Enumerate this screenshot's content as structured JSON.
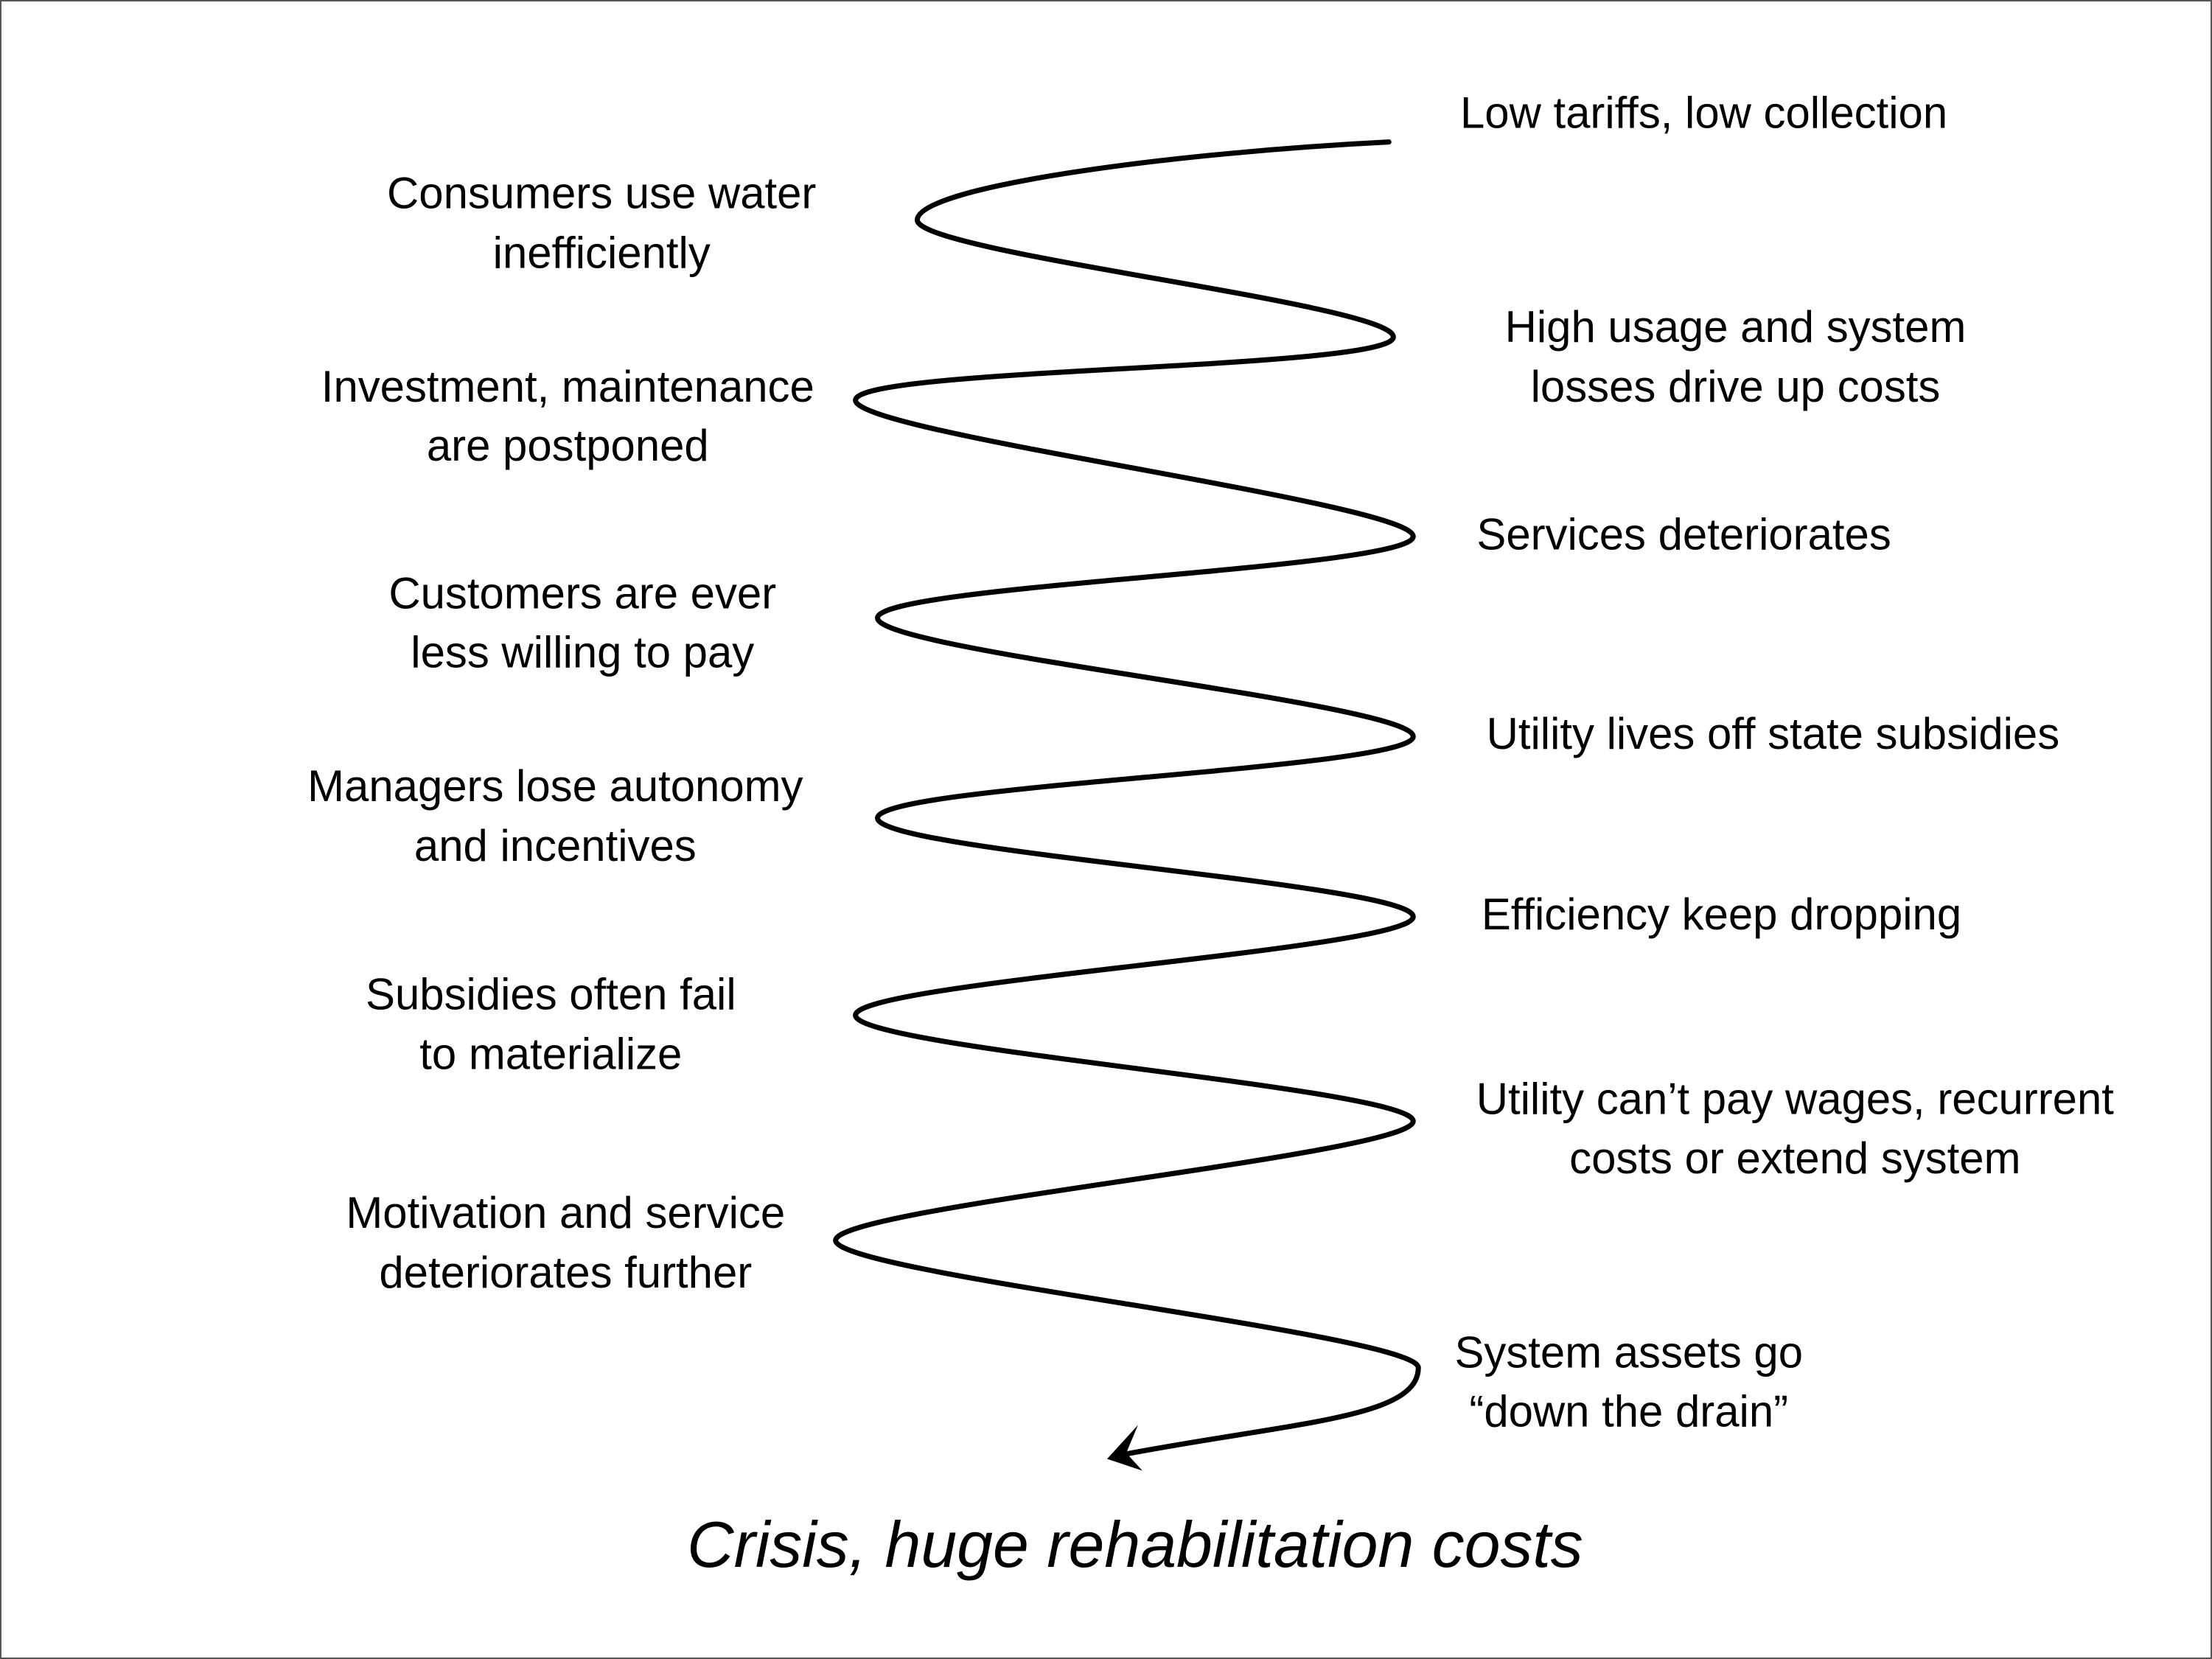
{
  "colors": {
    "stroke": "#000000",
    "text": "#000000",
    "background": "#ffffff"
  },
  "right_labels": [
    {
      "lines": [
        "Low tariffs, low collection"
      ]
    },
    {
      "lines": [
        "High usage and system",
        "losses drive up costs"
      ]
    },
    {
      "lines": [
        "Services deteriorates"
      ]
    },
    {
      "lines": [
        "Utility lives off state subsidies"
      ]
    },
    {
      "lines": [
        "Efficiency keep dropping"
      ]
    },
    {
      "lines": [
        "Utility can’t pay wages, recurrent",
        "costs or extend system"
      ]
    },
    {
      "lines": [
        "System assets go",
        "“down the drain”"
      ]
    }
  ],
  "left_labels": [
    {
      "lines": [
        "Consumers use water",
        "inefficiently"
      ]
    },
    {
      "lines": [
        "Investment, maintenance",
        "are postponed"
      ]
    },
    {
      "lines": [
        "Customers are ever",
        "less willing to pay"
      ]
    },
    {
      "lines": [
        "Managers lose autonomy",
        "and incentives"
      ]
    },
    {
      "lines": [
        "Subsidies often fail",
        "to materialize"
      ]
    },
    {
      "lines": [
        "Motivation and service",
        "deteriorates further"
      ]
    }
  ],
  "outcome": "Crisis, huge rehabilitation costs"
}
